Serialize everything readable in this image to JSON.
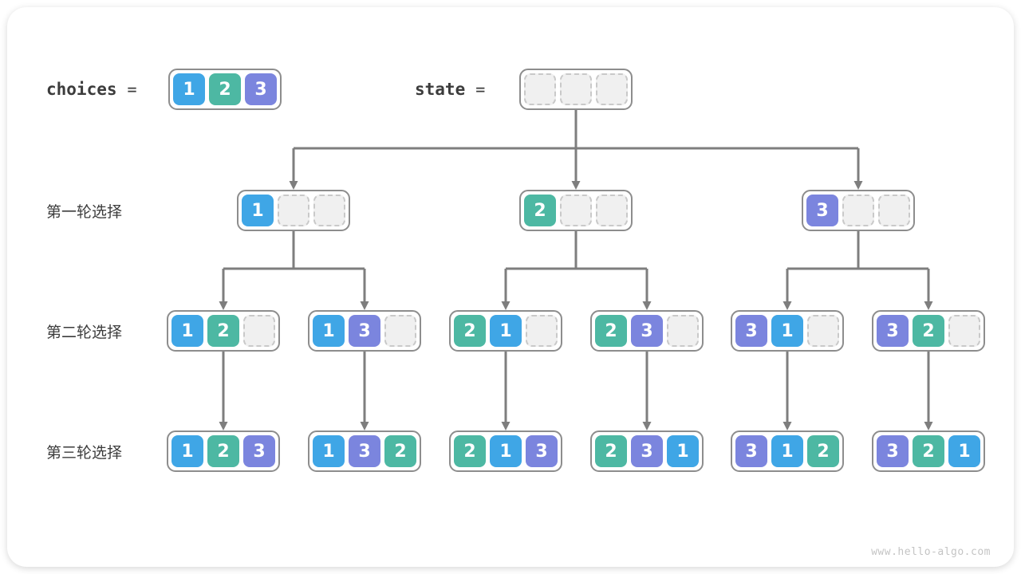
{
  "legend": {
    "choices_label": "choices",
    "state_label": "state",
    "equals": "=",
    "choices_cells": [
      "1",
      "2",
      "3"
    ],
    "state_cells": [
      "",
      "",
      ""
    ]
  },
  "rows": [
    {
      "label": "第一轮选择",
      "nodes": [
        [
          "1",
          "",
          ""
        ],
        [
          "2",
          "",
          ""
        ],
        [
          "3",
          "",
          ""
        ]
      ]
    },
    {
      "label": "第二轮选择",
      "nodes": [
        [
          "1",
          "2",
          ""
        ],
        [
          "1",
          "3",
          ""
        ],
        [
          "2",
          "1",
          ""
        ],
        [
          "2",
          "3",
          ""
        ],
        [
          "3",
          "1",
          ""
        ],
        [
          "3",
          "2",
          ""
        ]
      ]
    },
    {
      "label": "第三轮选择",
      "nodes": [
        [
          "1",
          "2",
          "3"
        ],
        [
          "1",
          "3",
          "2"
        ],
        [
          "2",
          "1",
          "3"
        ],
        [
          "2",
          "3",
          "1"
        ],
        [
          "3",
          "1",
          "2"
        ],
        [
          "3",
          "2",
          "1"
        ]
      ]
    }
  ],
  "watermark": "www.hello-algo.com",
  "colors": {
    "cell": {
      "1": "#3fa6e6",
      "2": "#4db8a3",
      "3": "#7b85de"
    },
    "empty_fill": "#f0f0f0",
    "empty_border": "#c9c9c9",
    "node_border": "#8d8d8d",
    "arrow": "#7e7e7e",
    "label_text": "#3c3c3c",
    "watermark_text": "#c4c4c4"
  }
}
